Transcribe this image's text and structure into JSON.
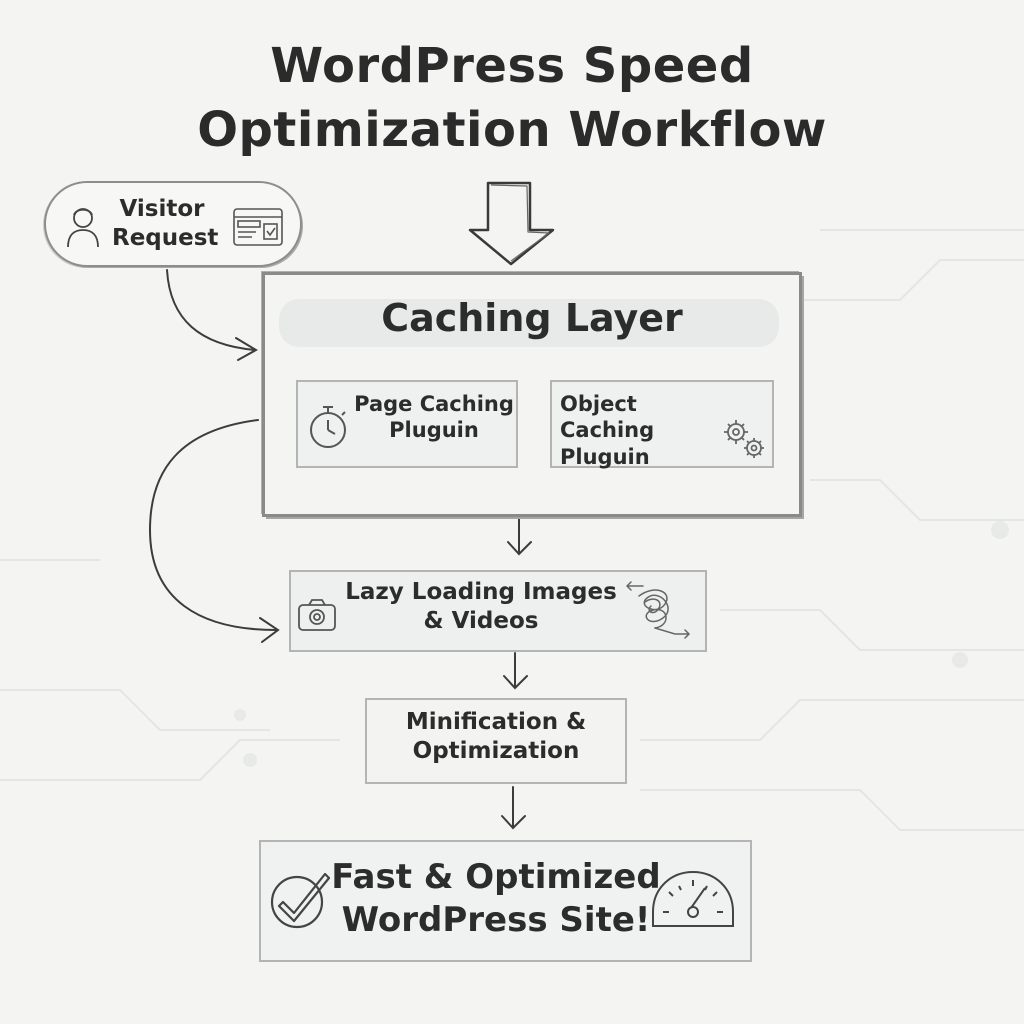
{
  "title": {
    "line1": "WordPress Speed",
    "line2": "Optimization Workflow"
  },
  "nodes": {
    "visitor": {
      "label_line1": "Visitor",
      "label_line2": "Request"
    },
    "caching_layer": {
      "title": "Caching Layer"
    },
    "page_caching": {
      "label_line1": "Page Caching",
      "label_line2": "Pluguin"
    },
    "object_caching": {
      "label_line1": "Object Caching",
      "label_line2": "Pluguin"
    },
    "lazy_loading": {
      "label_line1": "Lazy Loading Images",
      "label_line2": "& Videos"
    },
    "minification": {
      "label_line1": "Minification &",
      "label_line2": "Optimization"
    },
    "final": {
      "label_line1": "Fast & Optimized",
      "label_line2": "WordPress Site!"
    }
  },
  "edges": [
    {
      "from": "title",
      "to": "caching_layer",
      "style": "hollow-block-arrow"
    },
    {
      "from": "visitor",
      "to": "caching_layer",
      "style": "curved-arrow"
    },
    {
      "from": "caching_layer",
      "to": "lazy_loading",
      "style": "curved-arrow"
    },
    {
      "from": "caching_layer",
      "to": "lazy_loading",
      "style": "straight-arrow"
    },
    {
      "from": "lazy_loading",
      "to": "minification",
      "style": "straight-arrow"
    },
    {
      "from": "minification",
      "to": "final",
      "style": "straight-arrow"
    }
  ],
  "icons": {
    "visitor": [
      "person-icon",
      "browser-window-icon"
    ],
    "page_caching": "stopwatch-icon",
    "object_caching": "gears-icon",
    "lazy_loading": [
      "camera-icon",
      "tangled-loop-icon"
    ],
    "final": [
      "checkmark-icon",
      "speedometer-icon"
    ]
  },
  "colors": {
    "background": "#f4f4f3",
    "ink": "#2b2b2b",
    "stroke": "#8a8a8a",
    "box_fill": "#eef0f0"
  }
}
